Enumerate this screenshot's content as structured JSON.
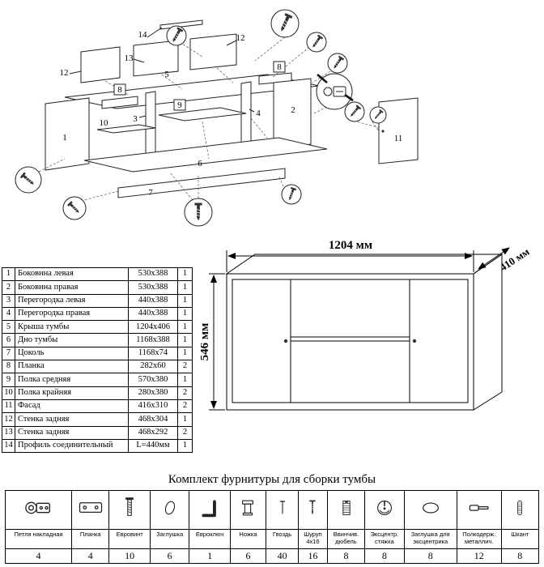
{
  "diagram": {
    "labels": {
      "n1": "1",
      "n2": "2",
      "n3": "3",
      "n4": "4",
      "n5": "5",
      "n6": "6",
      "n7": "7",
      "n8a": "8",
      "n8b": "8",
      "n9": "9",
      "n10": "10",
      "n11": "11",
      "n12a": "12",
      "n12b": "12",
      "n13": "13",
      "n14": "14"
    }
  },
  "parts_table": {
    "rows": [
      {
        "num": "1",
        "name": "Боковина левая",
        "size": "530x388",
        "qty": "1"
      },
      {
        "num": "2",
        "name": "Боковина правая",
        "size": "530x388",
        "qty": "1"
      },
      {
        "num": "3",
        "name": "Перегородка левая",
        "size": "440x388",
        "qty": "1"
      },
      {
        "num": "4",
        "name": "Перегородка правая",
        "size": "440x388",
        "qty": "1"
      },
      {
        "num": "5",
        "name": "Крыша тумбы",
        "size": "1204x406",
        "qty": "1"
      },
      {
        "num": "6",
        "name": "Дно тумбы",
        "size": "1168x388",
        "qty": "1"
      },
      {
        "num": "7",
        "name": "Цоколь",
        "size": "1168x74",
        "qty": "1"
      },
      {
        "num": "8",
        "name": "Планка",
        "size": "282x60",
        "qty": "2"
      },
      {
        "num": "9",
        "name": "Полка средняя",
        "size": "570x380",
        "qty": "1"
      },
      {
        "num": "10",
        "name": "Полка крайняя",
        "size": "280x380",
        "qty": "2"
      },
      {
        "num": "11",
        "name": "Фасад",
        "size": "416x310",
        "qty": "2"
      },
      {
        "num": "12",
        "name": "Стенка задняя",
        "size": "468x304",
        "qty": "1"
      },
      {
        "num": "13",
        "name": "Стенка задняя",
        "size": "468x292",
        "qty": "2"
      },
      {
        "num": "14",
        "name": "Профиль соединительный",
        "size": "L=440мм",
        "qty": "1"
      }
    ]
  },
  "dimensions": {
    "width": "1204 мм",
    "depth": "410 мм",
    "height": "546 мм"
  },
  "hardware": {
    "title": "Комплект фурнитуры для сборки тумбы",
    "items": [
      {
        "name": "Петля накладная",
        "qty": "4",
        "icon": "hinge-icon"
      },
      {
        "name": "Планка",
        "qty": "4",
        "icon": "plate-icon"
      },
      {
        "name": "Евровинт",
        "qty": "10",
        "icon": "euroscrew-icon"
      },
      {
        "name": "Заглушка",
        "qty": "6",
        "icon": "cap-icon"
      },
      {
        "name": "Евроключ",
        "qty": "1",
        "icon": "hexkey-icon"
      },
      {
        "name": "Ножка",
        "qty": "6",
        "icon": "leg-icon"
      },
      {
        "name": "Гвоздь",
        "qty": "40",
        "icon": "nail-icon"
      },
      {
        "name": "Шуруп 4x16",
        "qty": "16",
        "icon": "screw-icon"
      },
      {
        "name": "Ввинчив. дюбель",
        "qty": "8",
        "icon": "dowel-insert-icon"
      },
      {
        "name": "Эксцентр. стяжка",
        "qty": "8",
        "icon": "camlock-icon"
      },
      {
        "name": "Заглушка для эксцентрика",
        "qty": "8",
        "icon": "oval-cap-icon"
      },
      {
        "name": "Полкодерж. металлич.",
        "qty": "12",
        "icon": "shelf-pin-icon"
      },
      {
        "name": "Шкант",
        "qty": "8",
        "icon": "dowel-icon"
      }
    ]
  }
}
